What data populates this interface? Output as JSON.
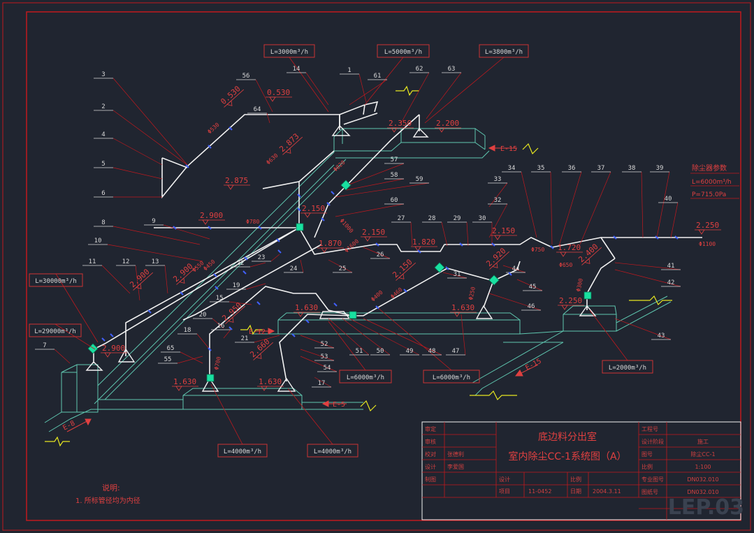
{
  "colors": {
    "background": "#202530",
    "frame": "#c0191e",
    "pipe": "#f2f2f2",
    "equipment": "#5fc7b0",
    "leader": "#c0191e",
    "label_text": "#d8d8d8",
    "elevation": "#e04040",
    "valve": "#19e0a0",
    "break_mark": "#e8e820",
    "bubble": "#cc3333"
  },
  "flow_labels": [
    {
      "id": "flow-top-left",
      "text": "L=3000m³/h"
    },
    {
      "id": "flow-top-mid",
      "text": "L=5000m³/h"
    },
    {
      "id": "flow-top-right",
      "text": "L=3800m³/h"
    },
    {
      "id": "flow-left-1",
      "text": "L=30000m³/h"
    },
    {
      "id": "flow-left-2",
      "text": "L=29000m³/h"
    },
    {
      "id": "flow-mid-a",
      "text": "L=6000m³/h"
    },
    {
      "id": "flow-mid-b",
      "text": "L=6000m³/h"
    },
    {
      "id": "flow-right",
      "text": "L=2000m³/h"
    },
    {
      "id": "flow-bottom-a",
      "text": "L=4000m³/h"
    },
    {
      "id": "flow-bottom-b",
      "text": "L=4000m³/h"
    }
  ],
  "elevations": [
    "0.530",
    "0.530",
    "2.350",
    "2.200",
    "2.873",
    "2.875",
    "2.150",
    "2.900",
    "1.870",
    "2.150",
    "1.820",
    "2.150",
    "1.720",
    "2.250",
    "2.400",
    "2.920",
    "2.150",
    "2.900",
    "2.900",
    "2.950",
    "1.630",
    "1.630",
    "2.250",
    "2.900",
    "1.630",
    "1.630",
    "2.660"
  ],
  "diameters": [
    "Φ530",
    "Φ780",
    "Φ630",
    "Φ820",
    "Φ1000",
    "Φ1600",
    "Φ750",
    "Φ650",
    "Φ1100",
    "Φ550",
    "Φ450",
    "Φ400",
    "Φ700",
    "Φ250",
    "Φ300",
    "Φ460"
  ],
  "part_numbers": [
    "1",
    "2",
    "3",
    "4",
    "5",
    "6",
    "7",
    "8",
    "9",
    "10",
    "11",
    "12",
    "13",
    "14",
    "15",
    "16",
    "17",
    "18",
    "19",
    "20",
    "21",
    "22",
    "23",
    "24",
    "25",
    "26",
    "27",
    "28",
    "29",
    "30",
    "31",
    "32",
    "33",
    "34",
    "35",
    "36",
    "37",
    "38",
    "39",
    "40",
    "41",
    "42",
    "43",
    "44",
    "45",
    "46",
    "47",
    "48",
    "49",
    "50",
    "51",
    "52",
    "53",
    "54",
    "55",
    "56",
    "57",
    "58",
    "59",
    "60",
    "61",
    "62",
    "63",
    "64",
    "65"
  ],
  "duct_tags": [
    {
      "id": "duct-e15-top",
      "text": "E-15"
    },
    {
      "id": "duct-e12",
      "text": "E-12"
    },
    {
      "id": "duct-e5",
      "text": "E-5"
    },
    {
      "id": "duct-e15-right",
      "text": "E-15"
    },
    {
      "id": "duct-e8",
      "text": "E-8"
    }
  ],
  "spec_note": {
    "title": "除尘器参数",
    "line1": "L=6000m³/h",
    "line2": "P=715.0Pa"
  },
  "notes": {
    "title": "说明:",
    "line1": "1. 所标管径均为内径"
  },
  "title_block": {
    "project_line1": "底边料分出室",
    "project_line2": "室内除尘CC-1系统图（A）",
    "left_labels": [
      "审定",
      "审核",
      "校对",
      "设计",
      "制图"
    ],
    "left_names": [
      "",
      "",
      "张德利",
      "李爱国",
      ""
    ],
    "row_labels": [
      "设计",
      "项目",
      "日期",
      "比例"
    ],
    "row_values": [
      "",
      "11-0452",
      "",
      "2004.3.11"
    ],
    "right_labels": [
      "工程号",
      "设计阶段",
      "图号",
      "比例",
      "专业图号",
      "图纸号"
    ],
    "right_values": [
      "",
      "施工",
      "除尘CC-1",
      "1:100",
      "DN032.010",
      "DN032.010"
    ]
  },
  "watermark": "LEP.03"
}
